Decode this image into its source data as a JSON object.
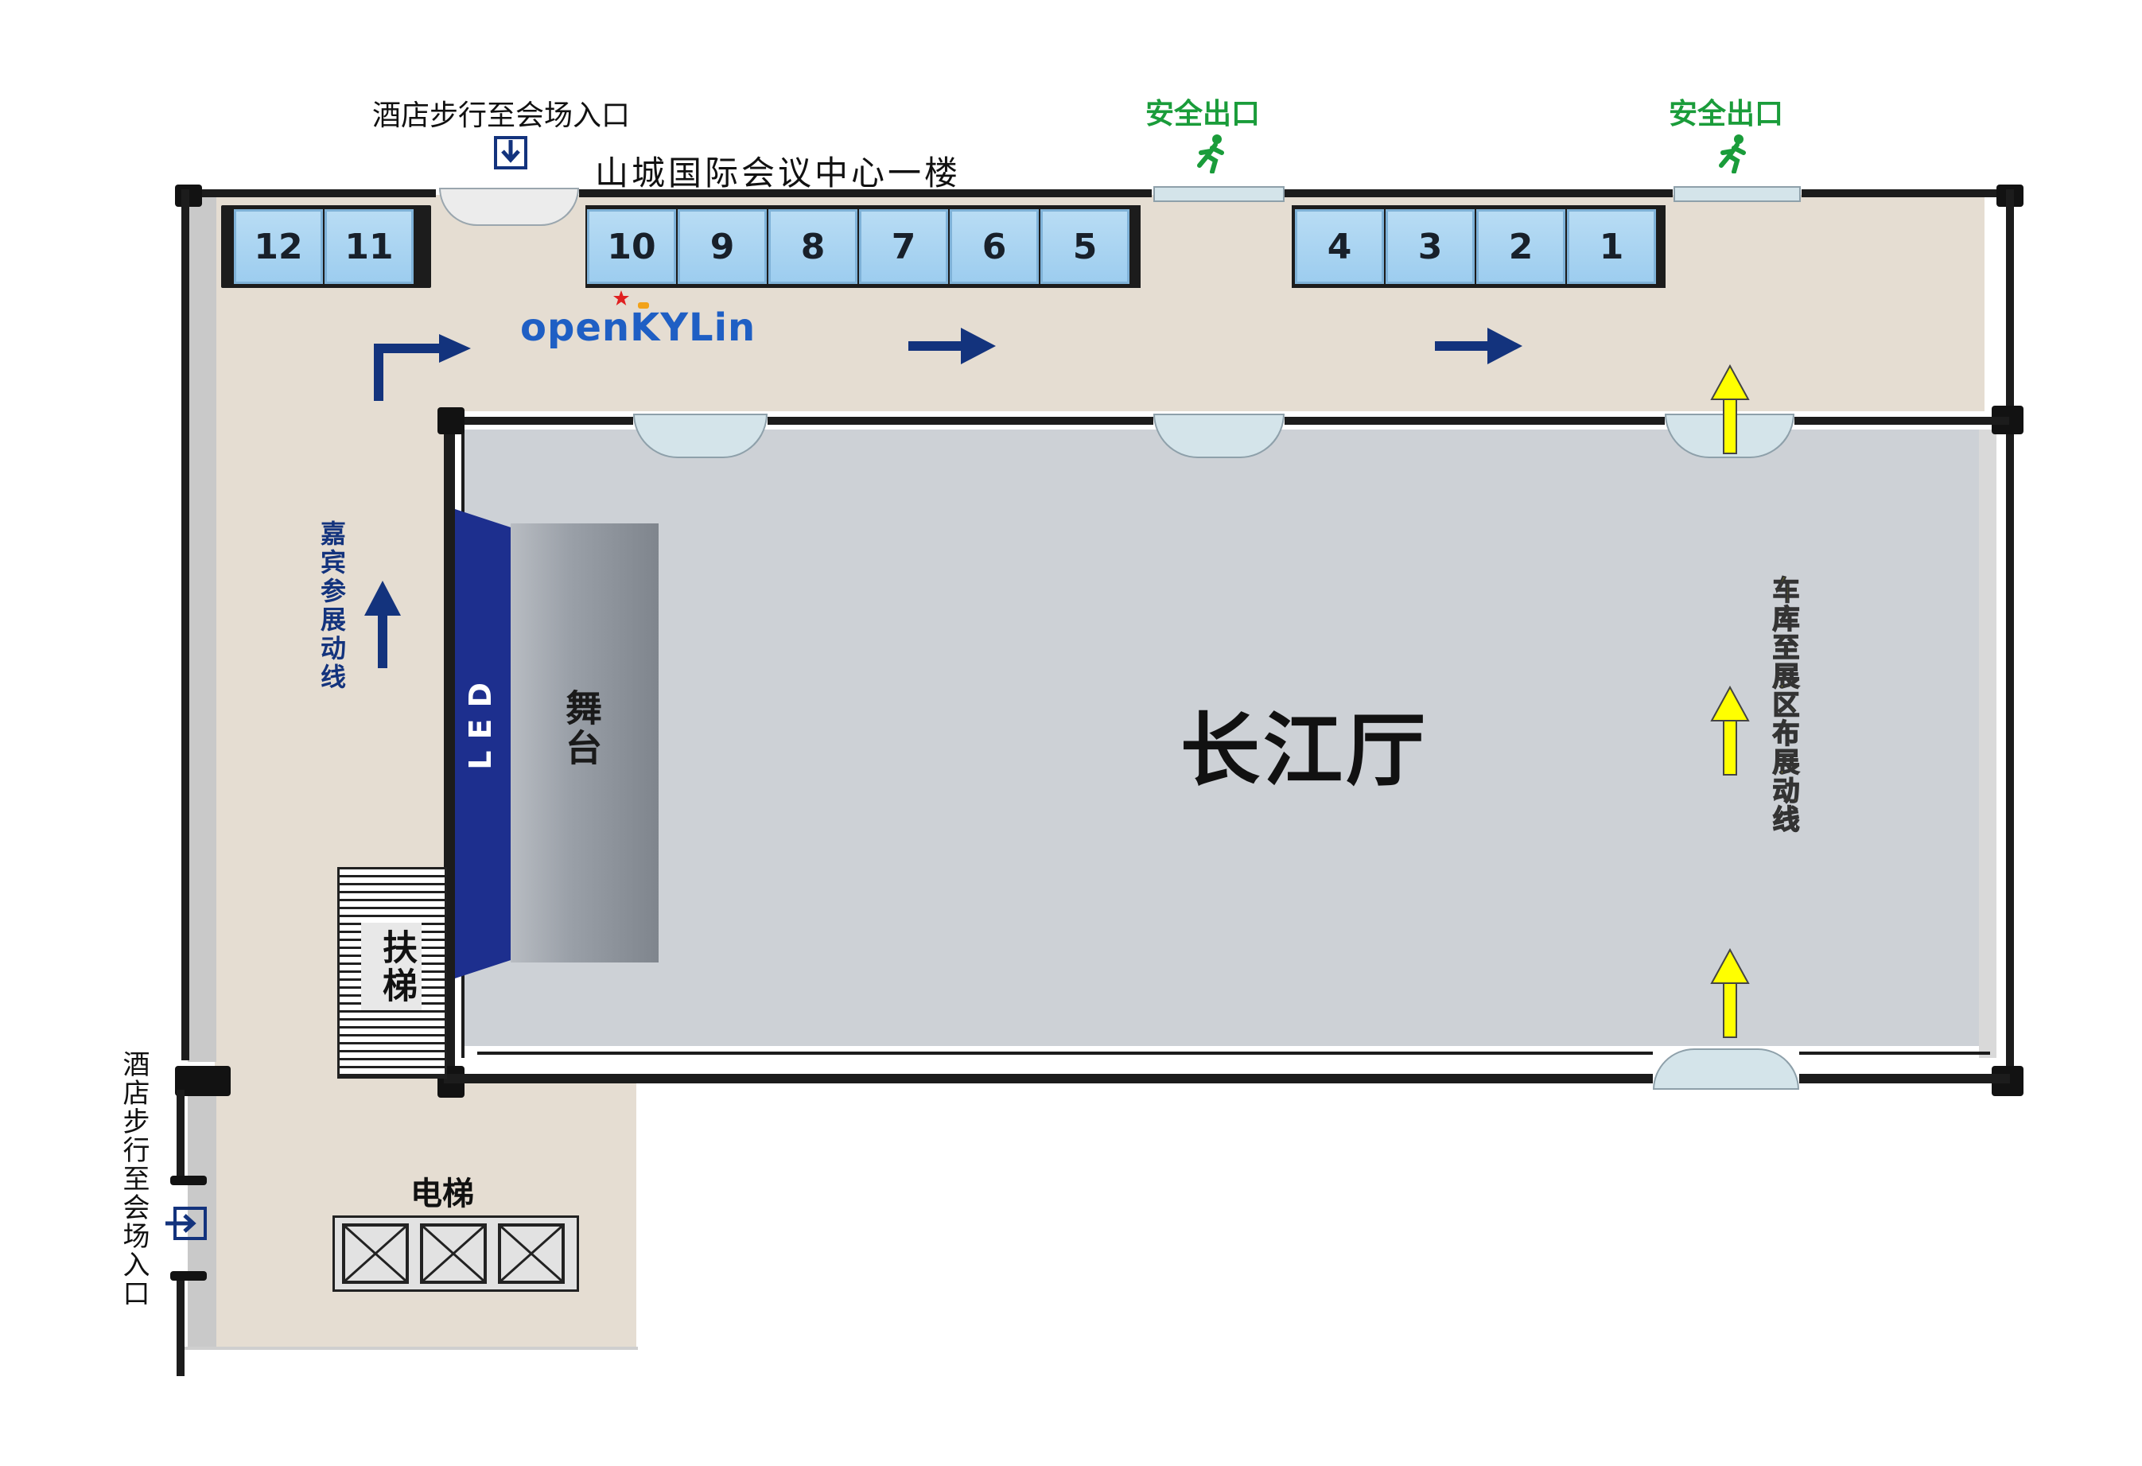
{
  "colors": {
    "wall": "#1c1c1c",
    "corridor_floor": "#e5ddd2",
    "hall_floor": "#cdd1d6",
    "booth": "#a8d4f2",
    "guest_route_arrow": "#13337d",
    "garage_route_arrow": "#ffff00",
    "exit_green": "#1a9c3a",
    "led_blue": "#1d2f8e",
    "stage_grey": "#8a8f96"
  },
  "top_entrance": {
    "label": "酒店步行至会场入口",
    "icon": "entrance-down-arrow-icon"
  },
  "left_entrance": {
    "label": "酒店步行至会场入口",
    "icon": "entrance-right-arrow-icon"
  },
  "floor_title": "山城国际会议中心一楼",
  "exits": [
    {
      "label": "安全出口",
      "icon": "running-man-exit-icon"
    },
    {
      "label": "安全出口",
      "icon": "running-man-exit-icon"
    }
  ],
  "booths": [
    "12",
    "11",
    "10",
    "9",
    "8",
    "7",
    "6",
    "5",
    "4",
    "3",
    "2",
    "1"
  ],
  "logo": {
    "part1": "open",
    "part2": "KYLin"
  },
  "guest_route_label": "嘉宾参展动线",
  "garage_route_label": "车库至展区布展动线",
  "hall_name": "长江厅",
  "led_label": "LED",
  "stage_label": "舞台",
  "escalator_label": "扶梯",
  "elevator_label": "电梯"
}
